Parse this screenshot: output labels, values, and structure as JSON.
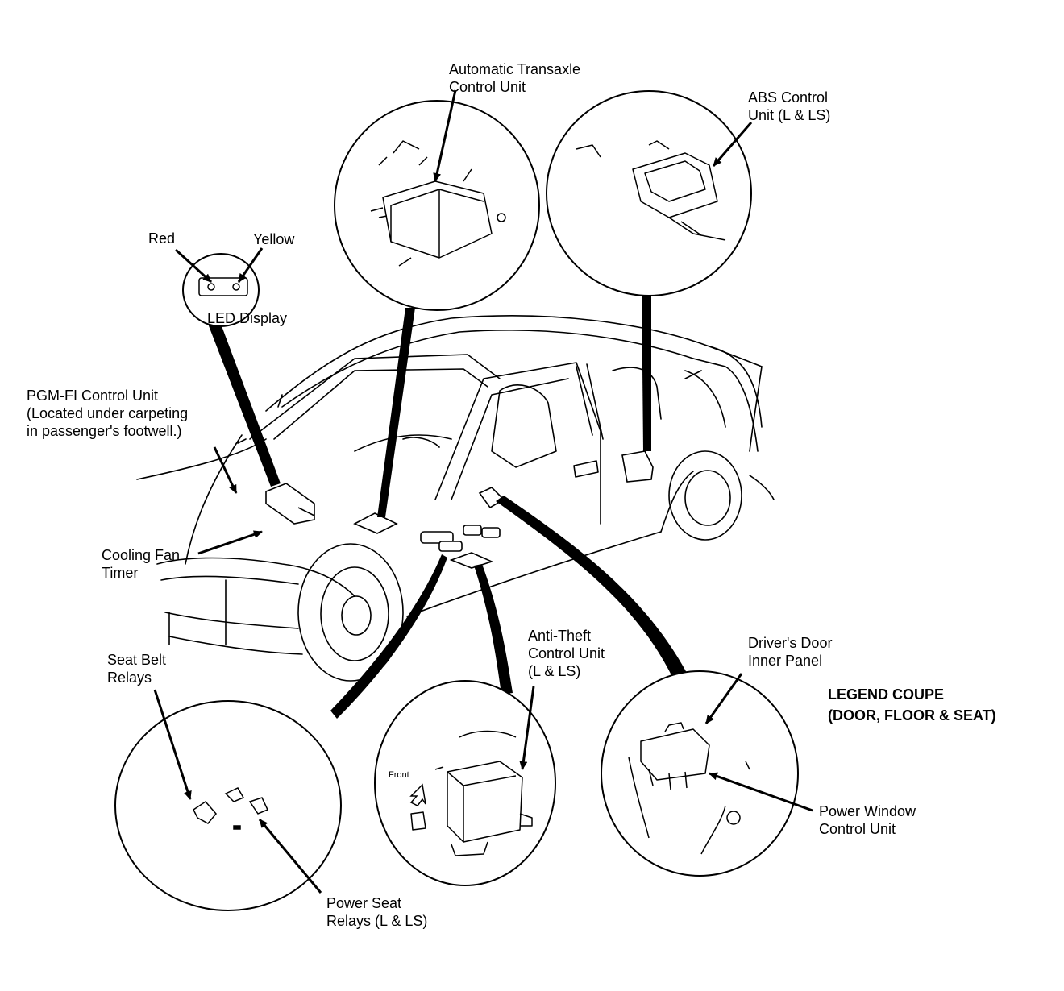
{
  "legend": {
    "line1": "LEGEND COUPE",
    "line2": "(DOOR, FLOOR & SEAT)"
  },
  "labels": {
    "atcu": [
      "Automatic Transaxle",
      "Control Unit"
    ],
    "abs": [
      "ABS Control",
      "Unit (L & LS)"
    ],
    "red": "Red",
    "yellow": "Yellow",
    "led": "LED Display",
    "pgmfi": [
      "PGM-FI Control Unit",
      "(Located under carpeting",
      "in passenger's footwell.)"
    ],
    "cooling": [
      "Cooling Fan",
      "Timer"
    ],
    "seatbelt": [
      "Seat Belt",
      "Relays"
    ],
    "antitheft": [
      "Anti-Theft",
      "Control Unit",
      "(L & LS)"
    ],
    "driversdoor": [
      "Driver's Door",
      "Inner Panel"
    ],
    "powerwindow": [
      "Power Window",
      "Control Unit"
    ],
    "powerseat": [
      "Power Seat",
      "Relays (L & LS)"
    ],
    "front": "Front"
  },
  "colors": {
    "ink": "#000000",
    "paper": "#ffffff"
  }
}
